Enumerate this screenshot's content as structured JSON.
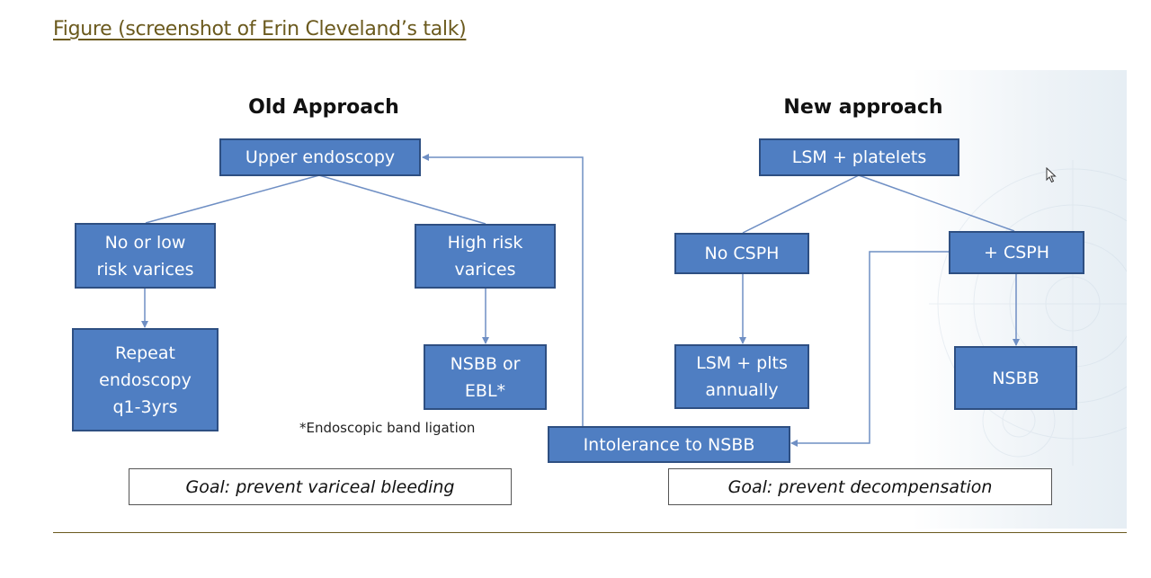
{
  "figure_title": "Figure (screenshot of Erin Cleveland’s talk)",
  "colors": {
    "node_fill": "#4f7ec2",
    "node_border": "#2e4f82",
    "connector": "#6f8fc4",
    "title_gold": "#6b5a1e"
  },
  "old_approach": {
    "heading": "Old Approach",
    "nodes": {
      "upper_endoscopy": "Upper endoscopy",
      "no_or_low_risk": "No or low\nrisk varices",
      "high_risk": "High risk\nvarices",
      "repeat_endoscopy": "Repeat\nendoscopy\nq1-3yrs",
      "nsbb_or_ebl": "NSBB or\nEBL*"
    },
    "footnote": "*Endoscopic band ligation",
    "goal": "Goal: prevent variceal bleeding"
  },
  "new_approach": {
    "heading": "New approach",
    "nodes": {
      "lsm_platelets": "LSM + platelets",
      "no_csph": "No CSPH",
      "plus_csph": "+ CSPH",
      "lsm_plts_annually": "LSM + plts\nannually",
      "nsbb": "NSBB"
    },
    "goal": "Goal: prevent decompensation"
  },
  "shared": {
    "intolerance": "Intolerance to NSBB"
  },
  "icons": {
    "cursor": "mouse-pointer-icon"
  }
}
